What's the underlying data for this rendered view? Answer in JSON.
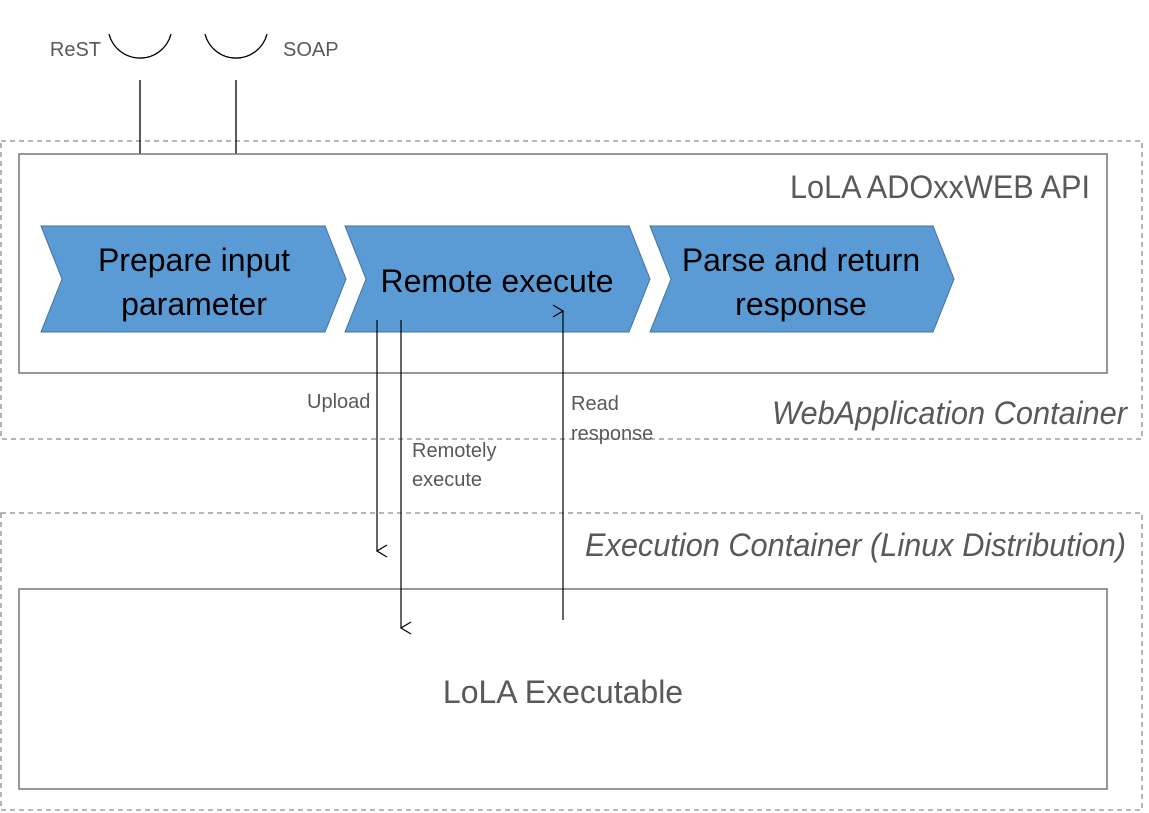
{
  "interfaces": {
    "rest_label": "ReST",
    "soap_label": "SOAP"
  },
  "containers": {
    "webapp_label": "WebApplication Container",
    "execution_label": "Execution Container (Linux Distribution)"
  },
  "api": {
    "title": "LoLA ADOxxWEB API",
    "steps": [
      {
        "line1": "Prepare input",
        "line2": "parameter"
      },
      {
        "line1": "Remote execute",
        "line2": ""
      },
      {
        "line1": "Parse and return",
        "line2": "response"
      }
    ]
  },
  "flows": {
    "upload": "Upload",
    "remote_line1": "Remotely",
    "remote_line2": "execute",
    "read_line1": "Read",
    "read_line2": "response"
  },
  "executable": {
    "label": "LoLA Executable"
  },
  "colors": {
    "step_fill": "#5B9BD5",
    "step_stroke": "#41719C",
    "box_stroke": "#7F7F7F",
    "dashed_stroke": "#8C8C8C",
    "label_text": "#595959"
  }
}
